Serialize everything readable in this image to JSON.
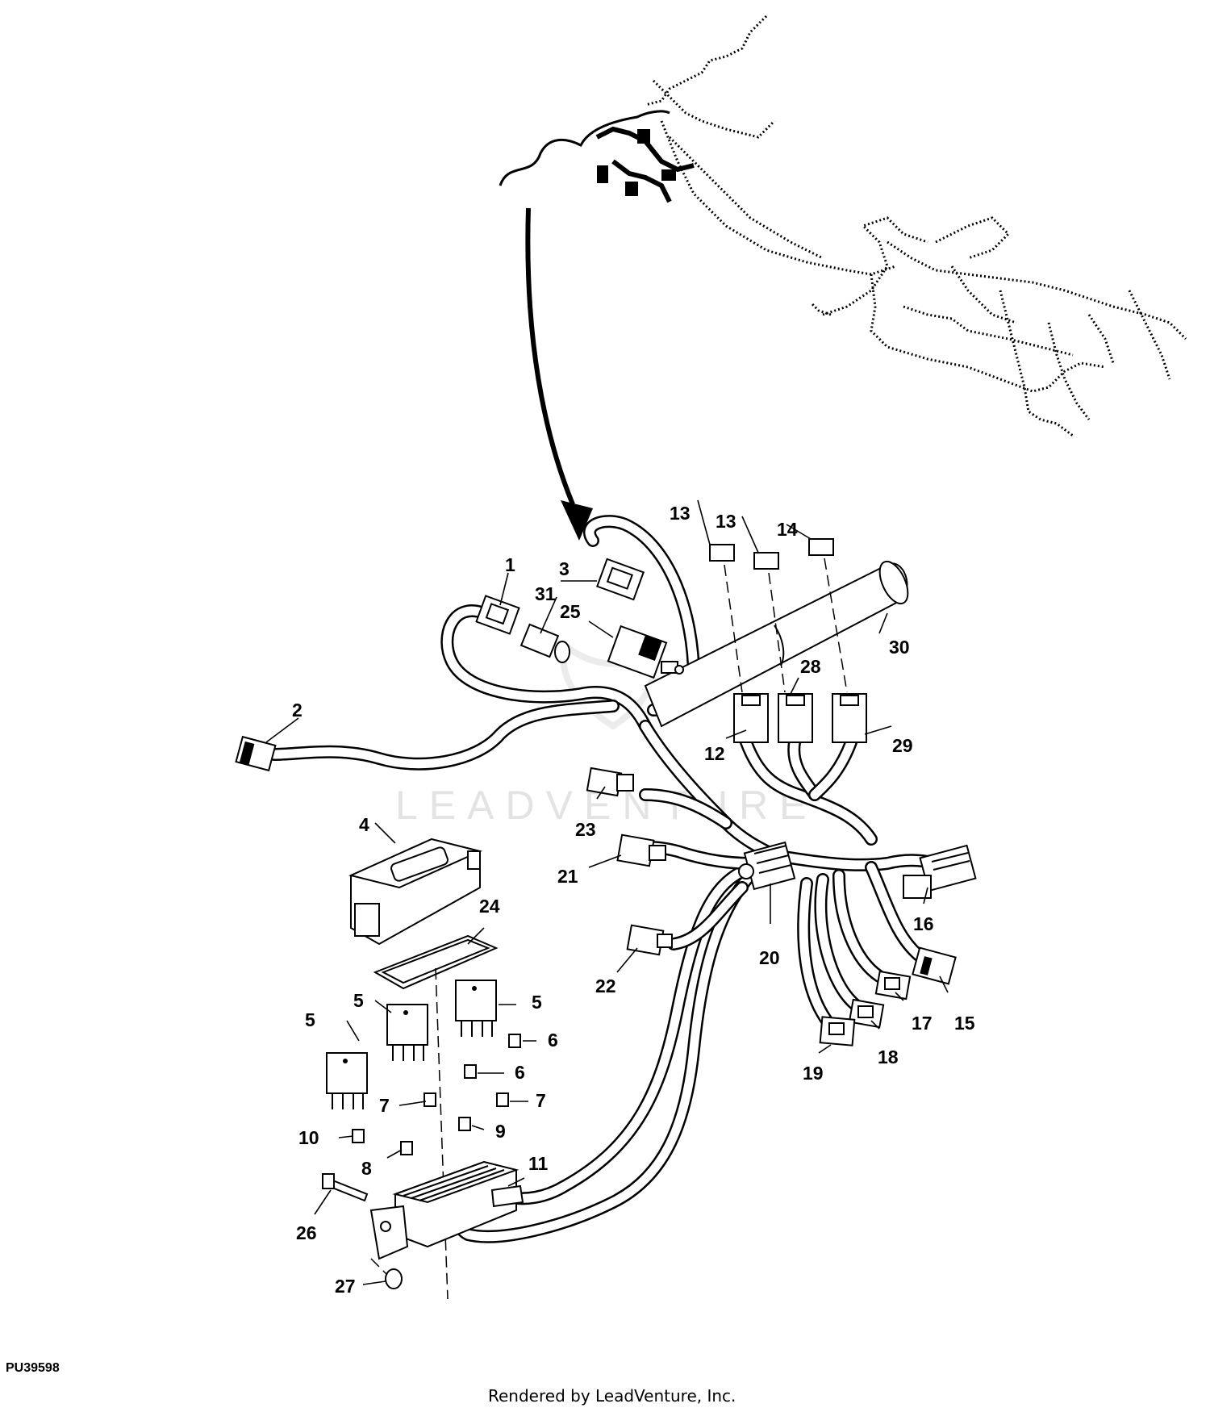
{
  "figure_code": "PU39598",
  "credit": "Rendered by LeadVenture, Inc.",
  "watermark": "LEADVENTURE",
  "callouts": [
    "1",
    "2",
    "3",
    "4",
    "5",
    "5",
    "5",
    "6",
    "6",
    "7",
    "7",
    "8",
    "9",
    "10",
    "11",
    "12",
    "13",
    "13",
    "14",
    "15",
    "16",
    "17",
    "18",
    "19",
    "20",
    "21",
    "22",
    "23",
    "24",
    "25",
    "26",
    "27",
    "28",
    "29",
    "30",
    "31"
  ]
}
